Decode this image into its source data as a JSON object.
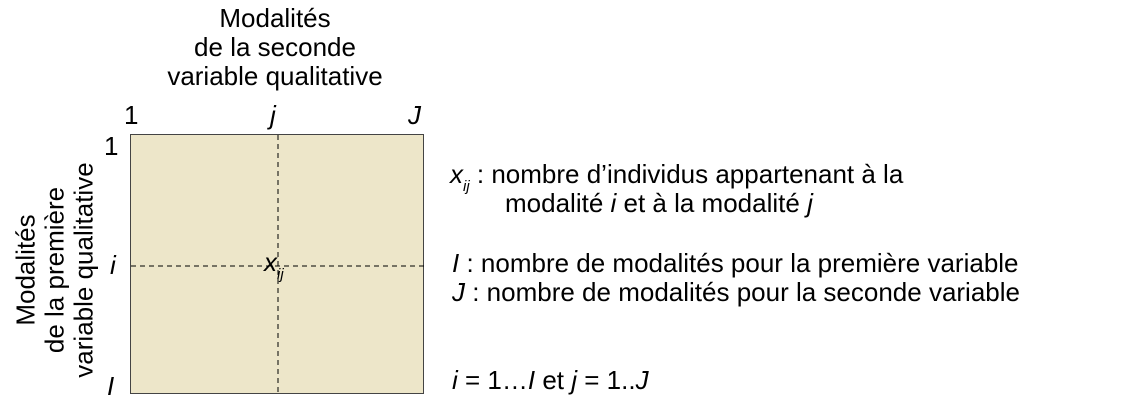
{
  "top_axis": {
    "title_lines": [
      "Modalités",
      "de la seconde",
      "variable qualitative"
    ],
    "ticks": [
      "1",
      "j",
      "J"
    ]
  },
  "left_axis": {
    "title_lines": [
      "Modalités",
      "de la première",
      "variable qualitative"
    ],
    "ticks": [
      "1",
      "i",
      "I"
    ]
  },
  "cell": {
    "symbol": "x",
    "subscript": "ij"
  },
  "legend": {
    "xij_symbol": "x",
    "xij_subscript": "ij",
    "xij_text_line1": " : nombre d’individus appartenant à la",
    "xij_text_line2_prefix": "modalité ",
    "xij_text_line2_i": "i",
    "xij_text_line2_mid": " et à la modalité ",
    "xij_text_line2_j": "j",
    "I_symbol": "I",
    "I_text": " : nombre de modalités pour la première variable",
    "J_symbol": "J",
    "J_text": " : nombre de modalités pour la seconde variable",
    "range_i": "i",
    "range_eq1": " = 1…",
    "range_I": "I",
    "range_et": " et ",
    "range_j": "j",
    "range_eq2": " = 1..",
    "range_J": "J"
  },
  "colors": {
    "matrix_fill": "#ede6c9",
    "matrix_border": "#444444",
    "dash": "#000000"
  }
}
